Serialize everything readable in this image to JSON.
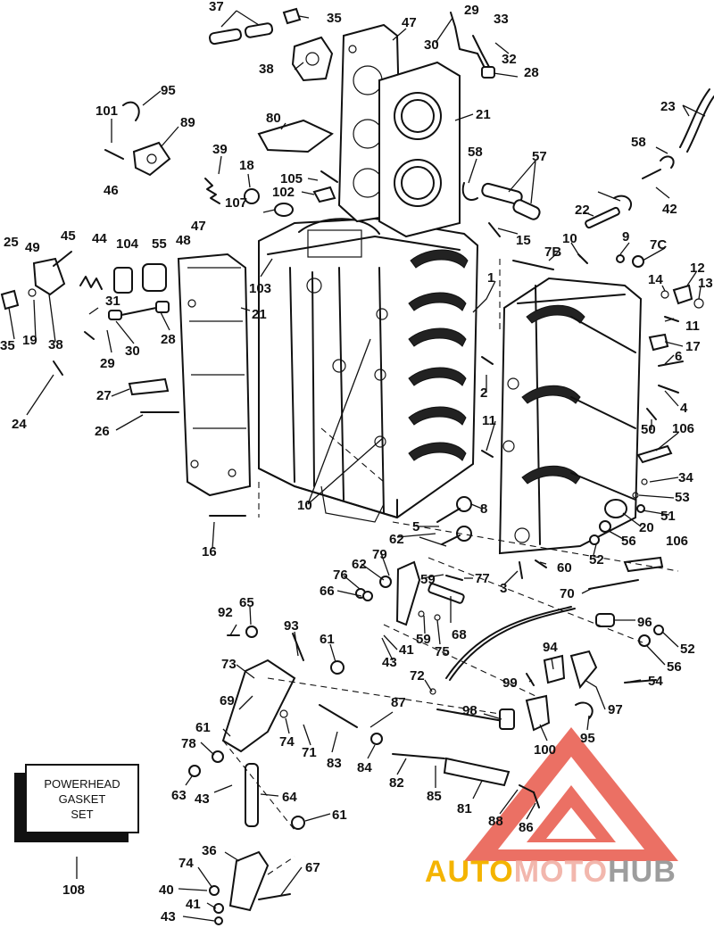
{
  "diagram": {
    "callouts": [
      "37",
      "35",
      "47",
      "29",
      "33",
      "30",
      "32",
      "28",
      "38",
      "21",
      "95",
      "80",
      "101",
      "89",
      "23",
      "39",
      "18",
      "105",
      "102",
      "58",
      "57",
      "58",
      "46",
      "107",
      "42",
      "22",
      "47",
      "45",
      "44",
      "104",
      "55",
      "48",
      "25",
      "49",
      "15",
      "7B",
      "9",
      "7C",
      "12",
      "14",
      "13",
      "103",
      "10",
      "1",
      "31",
      "11",
      "35",
      "19",
      "38",
      "21",
      "30",
      "28",
      "17",
      "29",
      "6",
      "24",
      "27",
      "2",
      "4",
      "26",
      "11",
      "50",
      "106",
      "10",
      "34",
      "53",
      "16",
      "8",
      "5",
      "51",
      "20",
      "62",
      "56",
      "79",
      "62",
      "52",
      "106",
      "76",
      "77",
      "59",
      "60",
      "66",
      "3",
      "65",
      "70",
      "92",
      "68",
      "93",
      "96",
      "61",
      "59",
      "75",
      "41",
      "52",
      "73",
      "94",
      "56",
      "43",
      "54",
      "72",
      "99",
      "97",
      "69",
      "87",
      "98",
      "61",
      "74",
      "71",
      "95",
      "78",
      "100",
      "84",
      "83",
      "63",
      "43",
      "82",
      "85",
      "64",
      "81",
      "88",
      "86",
      "61",
      "36",
      "74",
      "67",
      "40",
      "41",
      "43",
      "108"
    ],
    "gasket_set_label": [
      "POWERHEAD",
      "GASKET",
      "SET"
    ],
    "gasket_set_number": "108"
  },
  "watermark": {
    "part_a": "AUTO",
    "part_b": "MOTO",
    "part_c": "HUB"
  },
  "colors": {
    "watermark_triangle": "#e8584a",
    "watermark_yellow": "#f4b400",
    "watermark_pink": "#f2b7ad",
    "watermark_gray": "#9d9d9d"
  }
}
